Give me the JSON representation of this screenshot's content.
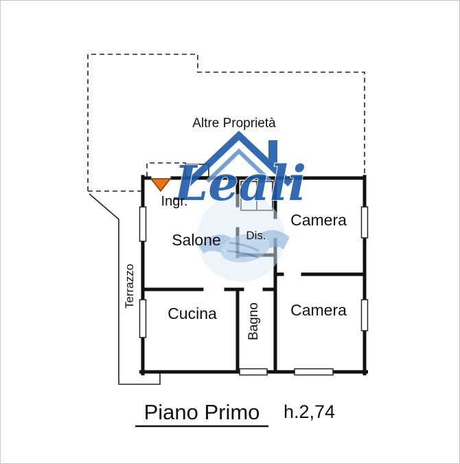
{
  "plan": {
    "watermark_text": "Leali",
    "labels": {
      "altre_proprieta": "Altre Proprietà",
      "ingresso": "Ingr.",
      "salone": "Salone",
      "disimpegno": "Dis.",
      "camera_top": "Camera",
      "camera_bottom": "Camera",
      "cucina": "Cucina",
      "bagno": "Bagno",
      "terrazzo": "Terrazzo"
    },
    "caption": {
      "title": "Piano Primo",
      "height_note": "h.2,74"
    },
    "colors": {
      "wall": "#111111",
      "marker_orange": "#e8731a",
      "marker_outline": "#7a3c00",
      "watermark_dark_blue": "#1d5aa8",
      "watermark_mid_blue": "#6a97cd",
      "watermark_light_blue": "#93b6dc",
      "watermark_glow_blue": "#dbe8f5"
    }
  }
}
